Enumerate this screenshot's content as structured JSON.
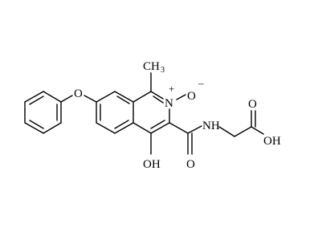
{
  "labels": {
    "methyl_main": "CH",
    "methyl_sub": "3",
    "n_plus_charge": "+",
    "nitrogen": "N",
    "o_minus": "O",
    "minus_charge": "–",
    "nh": "NH",
    "carbonyl_o": "O",
    "acid_o": "O",
    "oh_acid": "OH",
    "oh_ring": "OH",
    "ether_o": "O"
  }
}
